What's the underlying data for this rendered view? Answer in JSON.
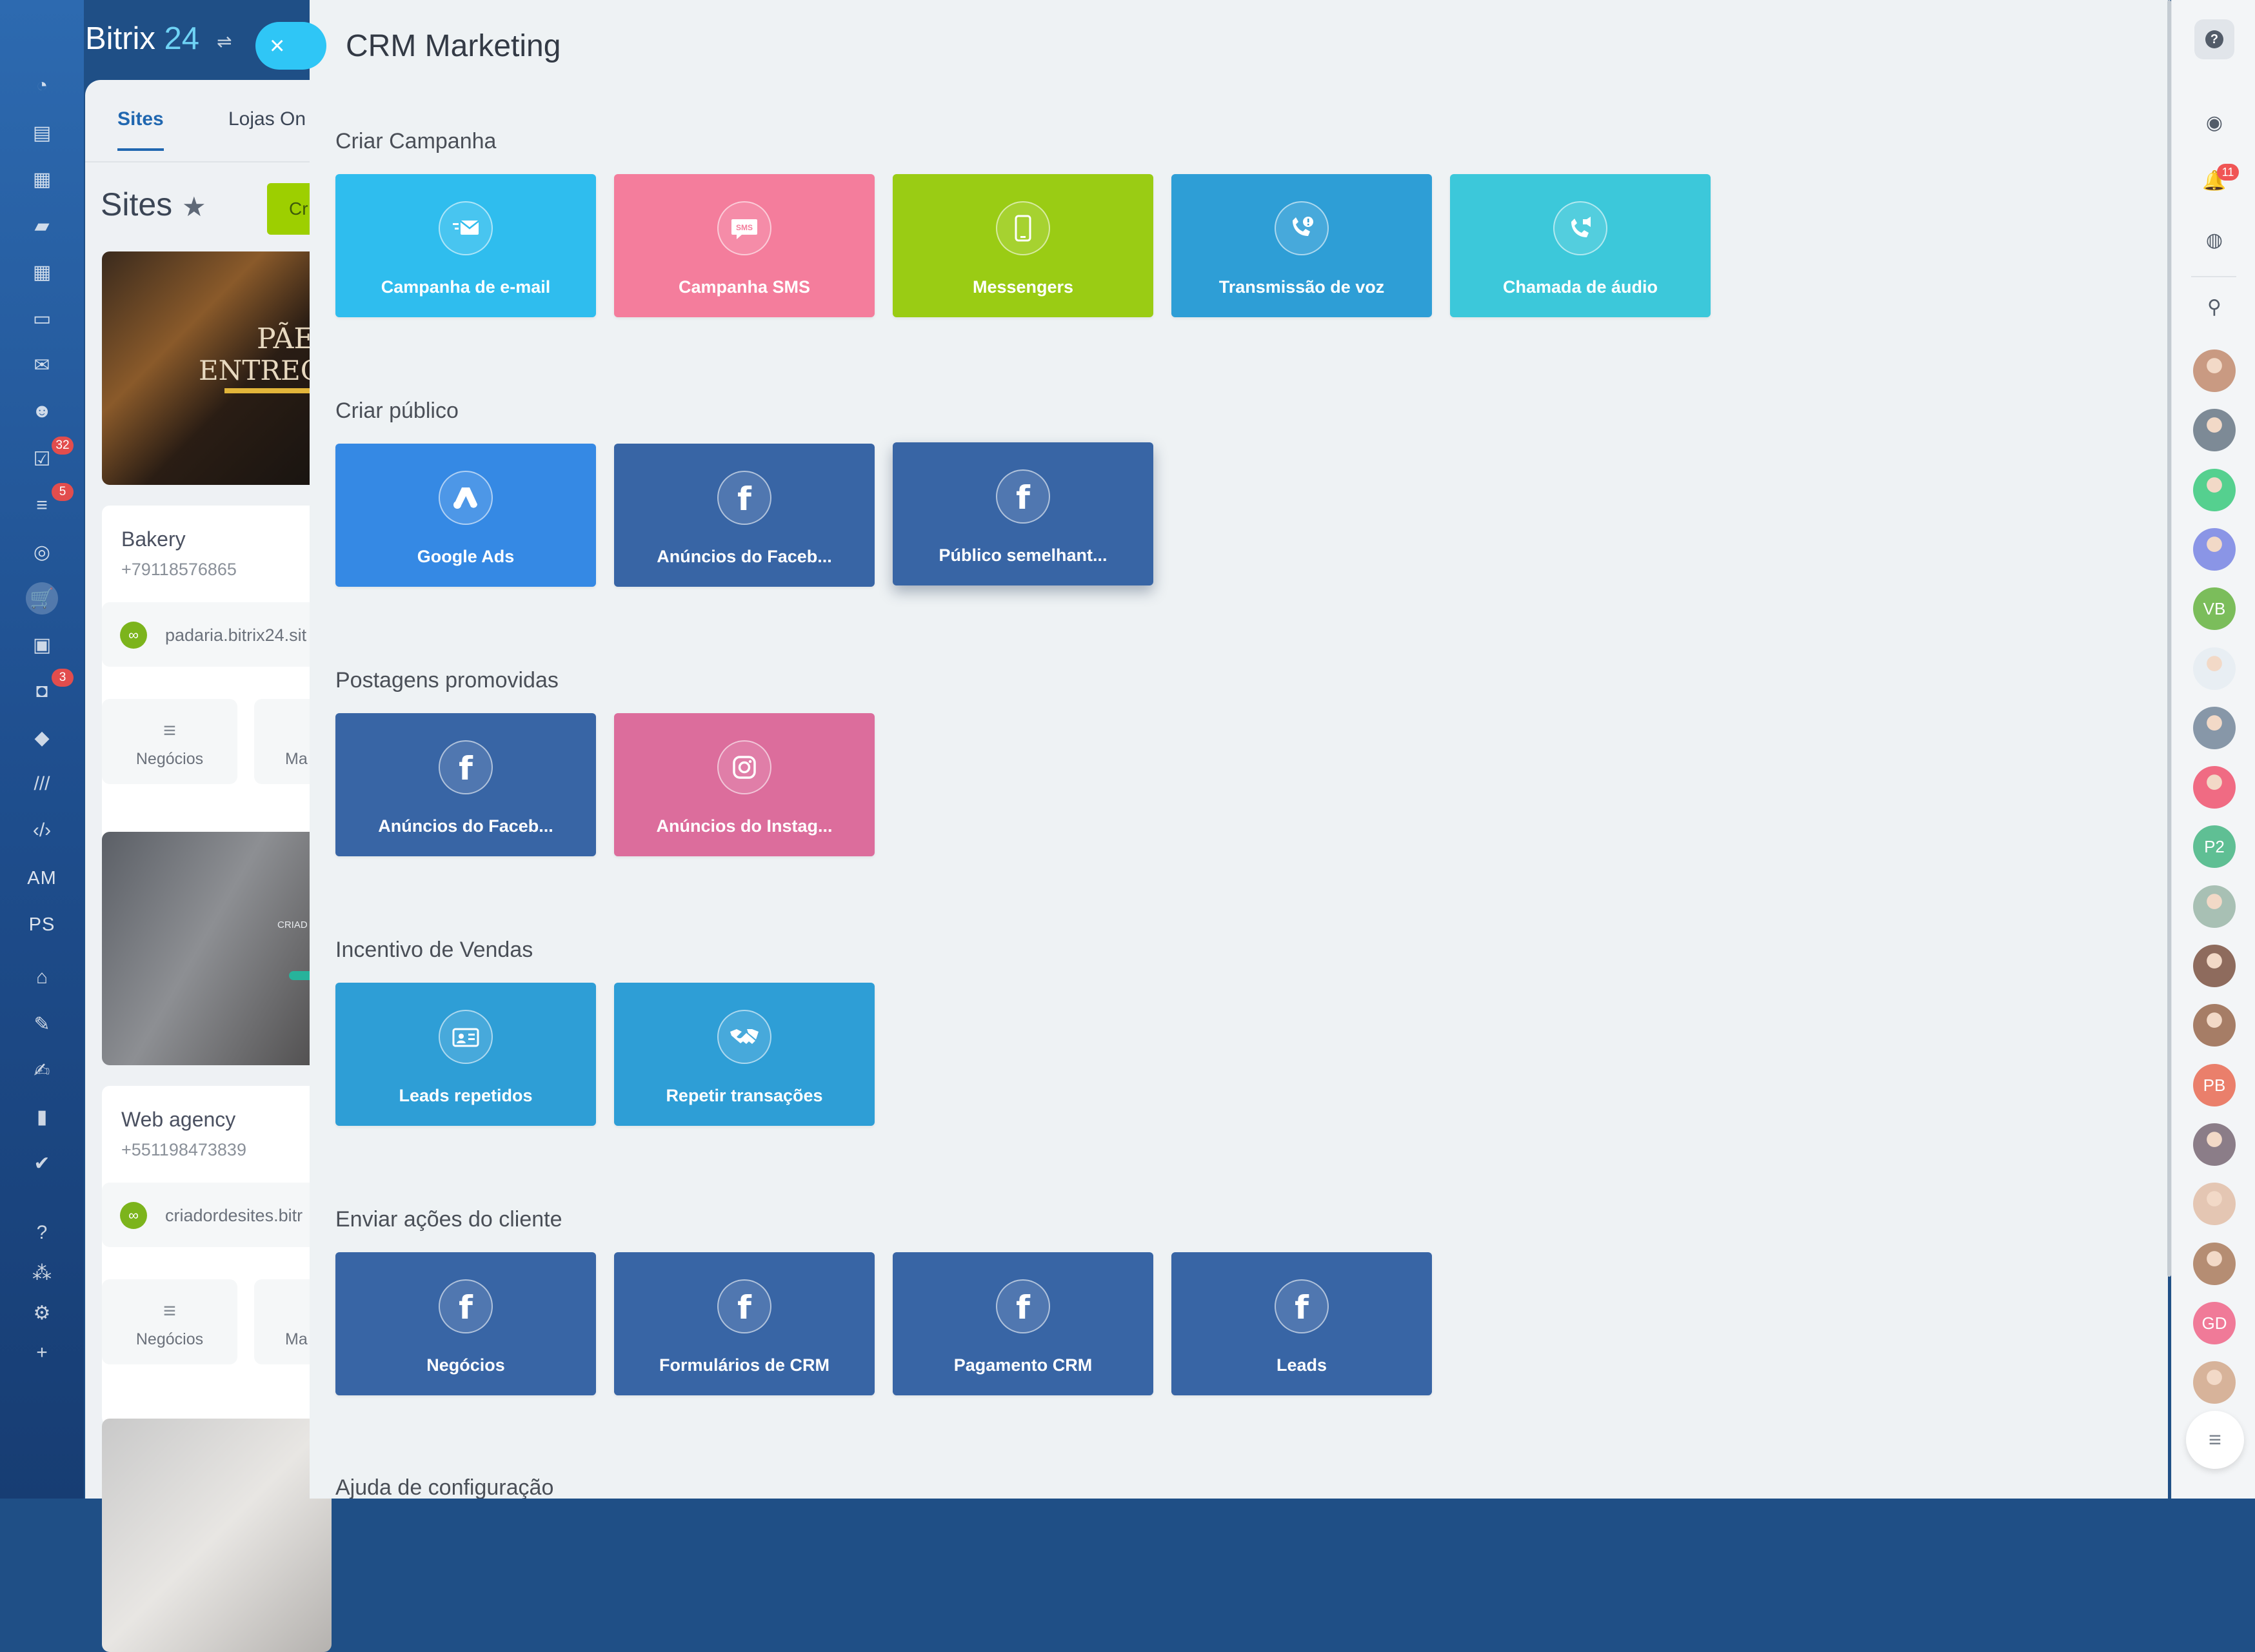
{
  "app": {
    "logo_name": "Bitrix",
    "logo_number": "24",
    "close_icon": "×"
  },
  "left_nav": {
    "items": [
      {
        "name": "feed-icon",
        "glyph": "◔"
      },
      {
        "name": "documents-icon",
        "glyph": "▤"
      },
      {
        "name": "drive-icon",
        "glyph": "▦"
      },
      {
        "name": "chat-icon",
        "glyph": "▰"
      },
      {
        "name": "calendar-icon",
        "glyph": "▦"
      },
      {
        "name": "inbox-icon",
        "glyph": "▭"
      },
      {
        "name": "mail-icon",
        "glyph": "✉"
      },
      {
        "name": "team-icon",
        "glyph": "☻"
      },
      {
        "name": "tasks-icon",
        "glyph": "☑",
        "badge": "32"
      },
      {
        "name": "crm-funnel-icon",
        "glyph": "≡",
        "badge": "5"
      },
      {
        "name": "target-icon",
        "glyph": "◎"
      },
      {
        "name": "shop-icon",
        "glyph": "🛒",
        "active": true
      },
      {
        "name": "contacts-card-icon",
        "glyph": "▣"
      },
      {
        "name": "bot-icon",
        "glyph": "◘",
        "badge": "3"
      },
      {
        "name": "box-icon",
        "glyph": "◆"
      },
      {
        "name": "marketing-icon",
        "glyph": "///"
      },
      {
        "name": "code-icon",
        "glyph": "‹/›"
      },
      {
        "name": "am-text",
        "text": "AM"
      },
      {
        "name": "ps-text",
        "text": "PS"
      },
      {
        "name": "bank-icon",
        "glyph": "⌂"
      },
      {
        "name": "sign-doc-icon",
        "glyph": "✎"
      },
      {
        "name": "signature-icon",
        "glyph": "✍"
      },
      {
        "name": "analytics-icon",
        "glyph": "▮"
      },
      {
        "name": "check-circle-icon",
        "glyph": "✔"
      },
      {
        "name": "help-icon",
        "glyph": "?"
      },
      {
        "name": "structure-icon",
        "glyph": "⁂"
      },
      {
        "name": "settings-icon",
        "glyph": "⚙"
      },
      {
        "name": "add-icon",
        "glyph": "+"
      }
    ]
  },
  "background_page": {
    "tabs": [
      "Sites",
      "Lojas On"
    ],
    "title": "Sites",
    "create_button": "Cr",
    "sites": [
      {
        "name": "Bakery",
        "phone": "+79118576865",
        "thumb_text_1": "PÃES",
        "thumb_text_2": "ENTREGUE N",
        "link": "padaria.bitrix24.sit",
        "btn_1": "Negócios",
        "btn_2": "Ma"
      },
      {
        "name": "Web agency",
        "phone": "+551198473839",
        "thumb_text_1": "CRIAD",
        "thumb_text_2": "",
        "link": "criadordesites.bitr",
        "btn_1": "Negócios",
        "btn_2": "Ma"
      }
    ]
  },
  "main": {
    "title": "CRM Marketing",
    "sections": [
      {
        "title": "Criar Campanha",
        "tiles": [
          {
            "label": "Campanha de e-mail",
            "icon": "email-icon",
            "color": "#2fbdee"
          },
          {
            "label": "Campanha SMS",
            "icon": "sms-icon",
            "color": "#f47d9c"
          },
          {
            "label": "Messengers",
            "icon": "phone-icon",
            "color": "#9acc14"
          },
          {
            "label": "Transmissão de voz",
            "icon": "voice-broadcast-icon",
            "color": "#2e9ed6"
          },
          {
            "label": "Chamada de áudio",
            "icon": "audio-call-icon",
            "color": "#3cc8da"
          }
        ]
      },
      {
        "title": "Criar público",
        "tiles": [
          {
            "label": "Google Ads",
            "icon": "google-ads-icon",
            "color": "#3589e4"
          },
          {
            "label": "Anúncios do Faceb...",
            "icon": "facebook-icon",
            "color": "#3865a5"
          },
          {
            "label": "Público semelhant...",
            "icon": "facebook-icon",
            "color": "#3865a5",
            "raised": true
          }
        ]
      },
      {
        "title": "Postagens promovidas",
        "tiles": [
          {
            "label": "Anúncios do Faceb...",
            "icon": "facebook-icon",
            "color": "#3865a5"
          },
          {
            "label": "Anúncios do Instag...",
            "icon": "instagram-icon",
            "color": "#dc6d9c"
          }
        ]
      },
      {
        "title": "Incentivo de Vendas",
        "tiles": [
          {
            "label": "Leads repetidos",
            "icon": "repeat-leads-icon",
            "color": "#2e9ed6"
          },
          {
            "label": "Repetir transações",
            "icon": "handshake-icon",
            "color": "#2e9ed6"
          }
        ]
      },
      {
        "title": "Enviar ações do cliente",
        "tiles": [
          {
            "label": "Negócios",
            "icon": "facebook-icon",
            "color": "#3865a5"
          },
          {
            "label": "Formulários de CRM",
            "icon": "facebook-icon",
            "color": "#3865a5"
          },
          {
            "label": "Pagamento CRM",
            "icon": "facebook-icon",
            "color": "#3865a5"
          },
          {
            "label": "Leads",
            "icon": "facebook-icon",
            "color": "#3865a5"
          }
        ]
      },
      {
        "title": "Ajuda de configuração",
        "tiles": []
      }
    ]
  },
  "right_bar": {
    "help_glyph": "?",
    "notifications_badge": "11",
    "avatars": [
      {
        "name": "avatar-photo",
        "color": "#c99a82"
      },
      {
        "name": "avatar-group-chat",
        "color": "#7d8a96"
      },
      {
        "name": "avatar-notes",
        "color": "#55d08f"
      },
      {
        "name": "avatar-calendar-chat",
        "color": "#8a95e6"
      },
      {
        "name": "avatar-vb",
        "initials": "VB",
        "color": "#7bbd5b"
      },
      {
        "name": "avatar-chart",
        "color": "#e8eef3"
      },
      {
        "name": "avatar-photo",
        "color": "#8797a8"
      },
      {
        "name": "avatar-contact-card",
        "color": "#f06b83"
      },
      {
        "name": "avatar-p2",
        "initials": "P2",
        "color": "#5fbf94"
      },
      {
        "name": "avatar-photo",
        "color": "#a8c0b4"
      },
      {
        "name": "avatar-photo",
        "color": "#8e6b5d"
      },
      {
        "name": "avatar-photo",
        "color": "#a67d66"
      },
      {
        "name": "avatar-pb",
        "initials": "PB",
        "color": "#ea7f6b"
      },
      {
        "name": "avatar-photo",
        "color": "#8b7d88"
      },
      {
        "name": "avatar-photo",
        "color": "#e4c6b3"
      },
      {
        "name": "avatar-photo",
        "color": "#b58d73"
      },
      {
        "name": "avatar-gd",
        "initials": "GD",
        "color": "#f07a98"
      },
      {
        "name": "avatar-photo",
        "color": "#d7b39a"
      }
    ],
    "menu_glyph": "≡"
  }
}
